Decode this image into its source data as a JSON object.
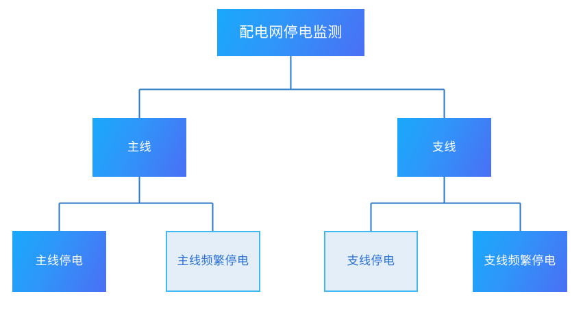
{
  "diagram": {
    "type": "tree-hierarchy",
    "title_node": {
      "label": "配电网停电监测"
    },
    "level2": [
      {
        "label": "主线"
      },
      {
        "label": "支线"
      }
    ],
    "level3": [
      {
        "label": "主线停电"
      },
      {
        "label": "主线频繁停电"
      },
      {
        "label": "支线停电"
      },
      {
        "label": "支线频繁停电"
      }
    ]
  },
  "colors": {
    "gradient_start": "#19a9fb",
    "gradient_mid": "#2f96fa",
    "gradient_end": "#4a6ff4",
    "outline_fill": "#e3eef9",
    "outline_border": "#3fb8ef",
    "outline_text": "#2a6fd4",
    "connector_line": "#2878c8",
    "filled_text": "#ffffff",
    "background": "#ffffff"
  }
}
